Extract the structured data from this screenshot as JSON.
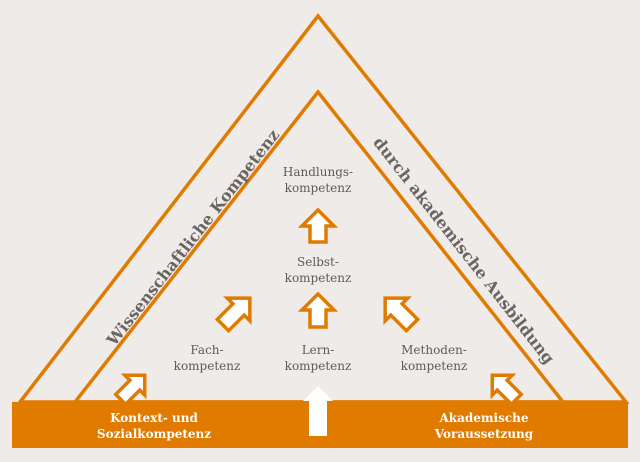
{
  "colors": {
    "background": "#efebe8",
    "accent": "#e07b00",
    "arrow_fill": "#ffffff",
    "text": "#5f5a57"
  },
  "side_labels": {
    "left": "Wissenschaftliche Kompetenz",
    "right": "durch akademische Ausbildung"
  },
  "nodes": {
    "handlung": {
      "line1": "Handlungs-",
      "line2": "kompetenz"
    },
    "selbst": {
      "line1": "Selbst-",
      "line2": "kompetenz"
    },
    "fach": {
      "line1": "Fach-",
      "line2": "kompetenz"
    },
    "lern": {
      "line1": "Lern-",
      "line2": "kompetenz"
    },
    "methoden": {
      "line1": "Methoden-",
      "line2": "kompetenz"
    }
  },
  "base": {
    "left": {
      "line1": "Kontext- und",
      "line2": "Sozialkompetenz"
    },
    "right": {
      "line1": "Akademische",
      "line2": "Voraussetzung"
    }
  }
}
